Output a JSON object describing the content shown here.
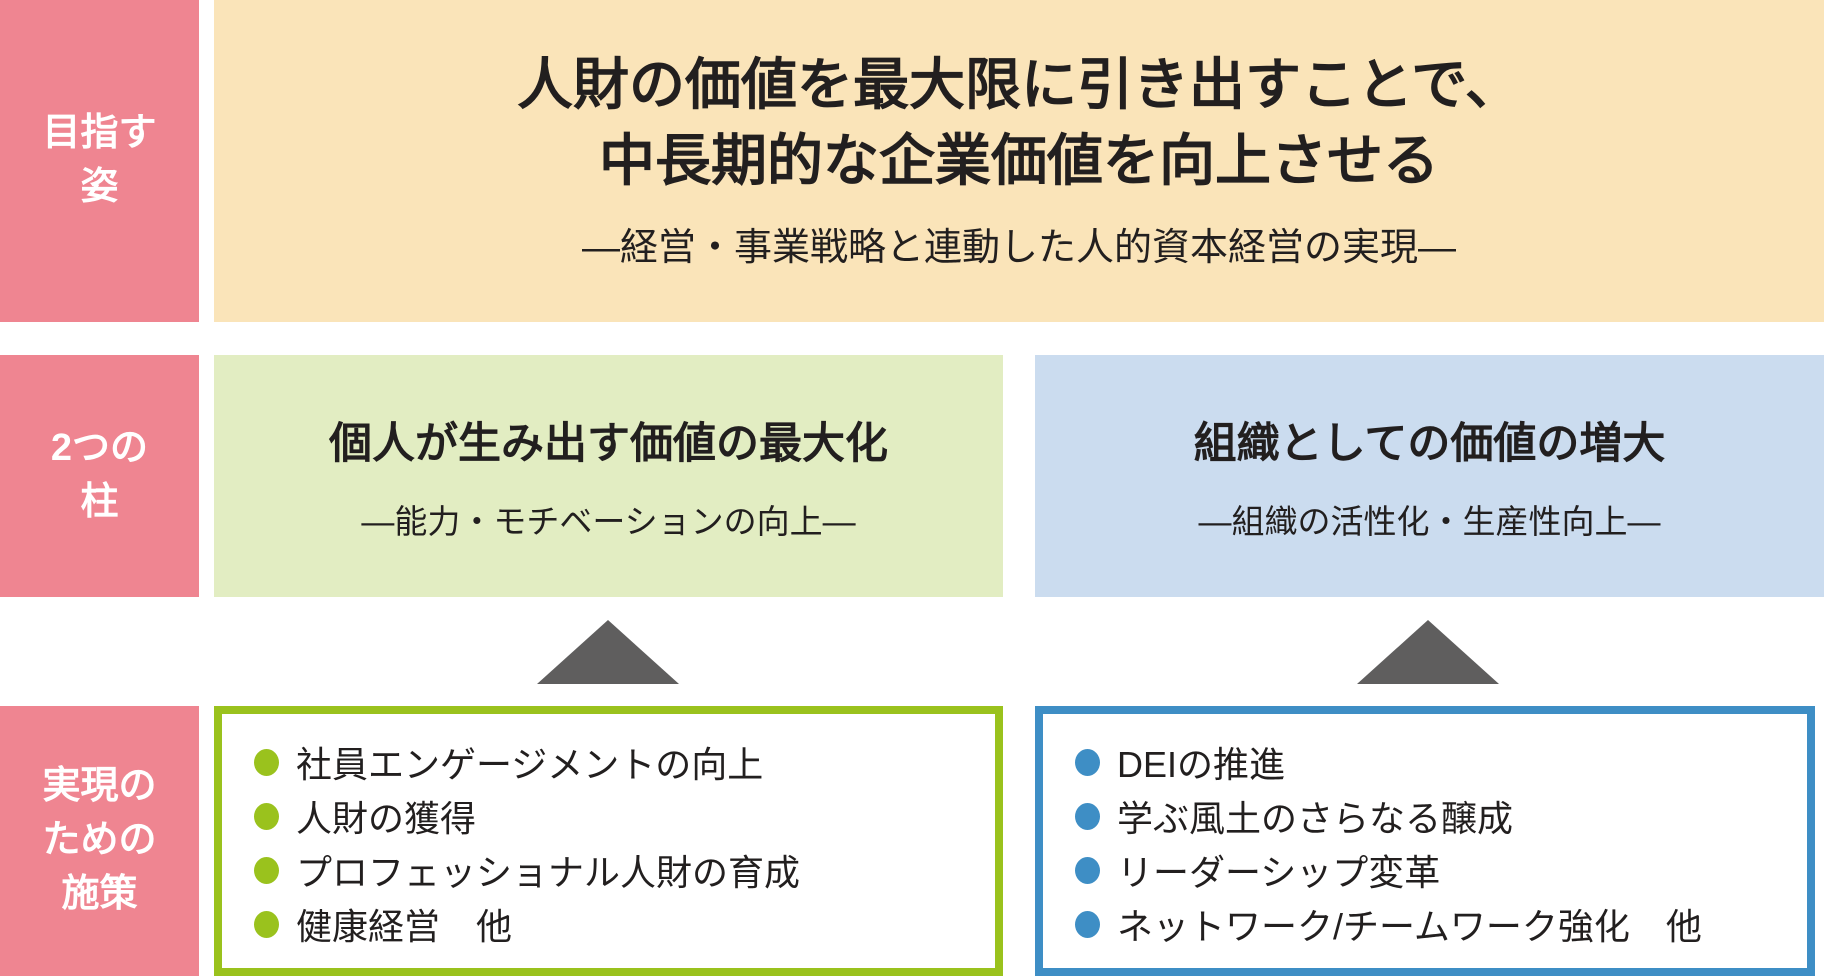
{
  "colors": {
    "pink": "#EF8591",
    "cream": "#FAE4B9",
    "light_green": "#E2EDC2",
    "light_blue": "#CBDCEF",
    "accent_green": "#9AC21D",
    "accent_blue": "#3E8EC5",
    "triangle_gray": "#5F5E5E",
    "text_dark": "#221F1F",
    "label_text": "#FFFFFF"
  },
  "rows": {
    "vision": {
      "label_lines": [
        "目指す",
        "姿"
      ],
      "title_line1": "人財の価値を最大限に引き出すことで、",
      "title_line2": "中長期的な企業価値を向上させる",
      "subtitle": "―経営・事業戦略と連動した人的資本経営の実現―"
    },
    "pillars": {
      "label_lines": [
        "2つの",
        "柱"
      ],
      "left": {
        "title": "個人が生み出す価値の最大化",
        "subtitle": "―能力・モチベーションの向上―"
      },
      "right": {
        "title": "組織としての価値の増大",
        "subtitle": "―組織の活性化・生産性向上―"
      }
    },
    "measures": {
      "label_lines": [
        "実現の",
        "ための",
        "施策"
      ],
      "left_items": [
        "社員エンゲージメントの向上",
        "人財の獲得",
        "プロフェッショナル人財の育成",
        "健康経営　他"
      ],
      "right_items": [
        "DEIの推進",
        "学ぶ風土のさらなる醸成",
        "リーダーシップ変革",
        "ネットワーク/チームワーク強化　他"
      ]
    }
  }
}
